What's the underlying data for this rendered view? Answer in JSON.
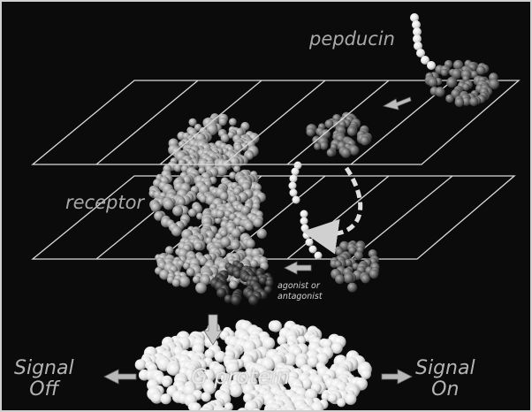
{
  "labels": {
    "pepducin": "pepducin",
    "receptor": "receptor",
    "agonist_line1": "agonist or",
    "agonist_line2": "antagonist",
    "g_protein": "G protein",
    "signal_off_line1": "Signal",
    "signal_off_line2": "Off",
    "signal_on_line1": "Signal",
    "signal_on_line2": "On"
  },
  "colors": {
    "background": "#0b0b0b",
    "membrane_lines": "#d9d9d9",
    "arrow": "#b8b8b8",
    "receptor_molecule": "#9c9c9c",
    "pepducin_molecule": "#6f6f6f",
    "g_protein_molecule": "#ececec",
    "ligand_molecule": "#3a3a3a",
    "label_text": "#a9a9a9"
  },
  "components": {
    "membrane": "lipid-bilayer-planes",
    "receptor": "space-filling-receptor-model",
    "pepducin": "space-filling-pepducin-model",
    "g_protein": "space-filling-g-protein-model",
    "ligand": "agonist-or-antagonist-molecule"
  }
}
